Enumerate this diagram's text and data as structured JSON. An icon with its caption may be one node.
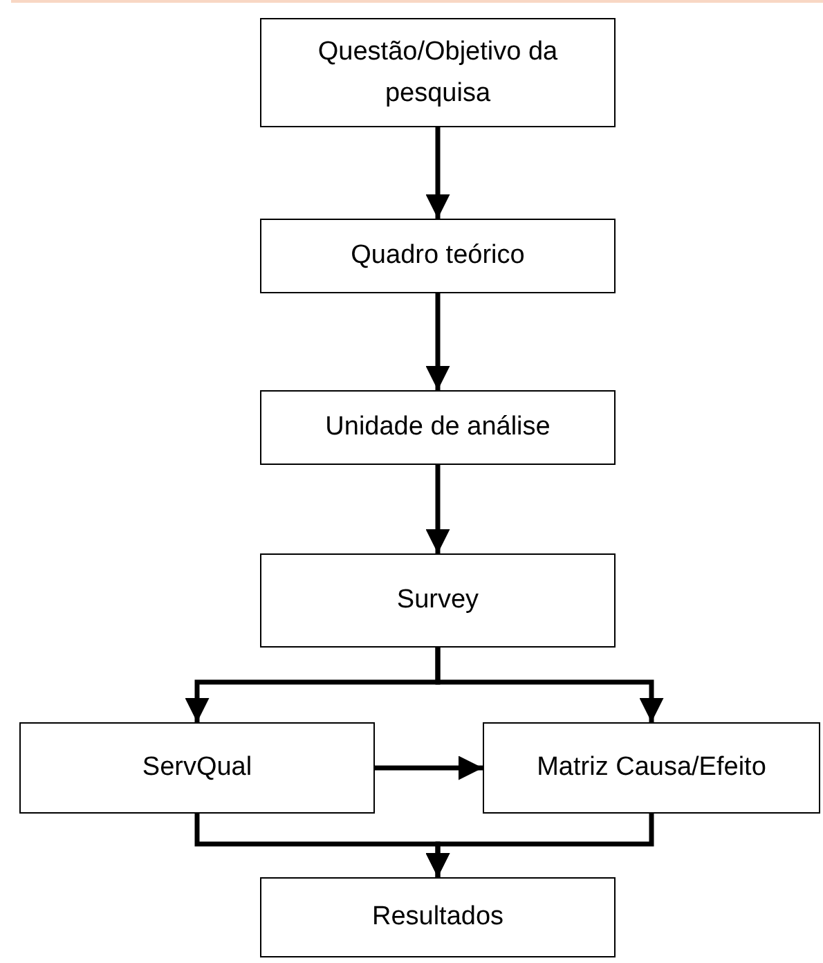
{
  "diagram": {
    "nodes": [
      {
        "text": [
          "Questão/Objetivo da pesquisa"
        ]
      },
      {
        "text": [
          "Quadro teórico"
        ]
      },
      {
        "text": [
          "Unidade de análise"
        ]
      },
      {
        "text": [
          "Survey"
        ]
      },
      {
        "text": [
          "ServQual"
        ]
      },
      {
        "text": [
          "Matriz Causa/Efeito"
        ]
      },
      {
        "text": [
          "Resultados"
        ]
      }
    ],
    "edges": [
      {
        "from": 0,
        "to": 1,
        "arrow": "to"
      },
      {
        "from": 1,
        "to": 2,
        "arrow": "to"
      },
      {
        "from": 2,
        "to": 3,
        "arrow": "to"
      },
      {
        "from": 3,
        "to": 4,
        "arrow": "to"
      },
      {
        "from": 3,
        "to": 5,
        "arrow": "to"
      },
      {
        "from": 4,
        "to": 5,
        "arrow": "to"
      },
      {
        "from": 4,
        "to": 6,
        "arrow": "to"
      },
      {
        "from": 5,
        "to": 6,
        "arrow": "to"
      }
    ]
  }
}
